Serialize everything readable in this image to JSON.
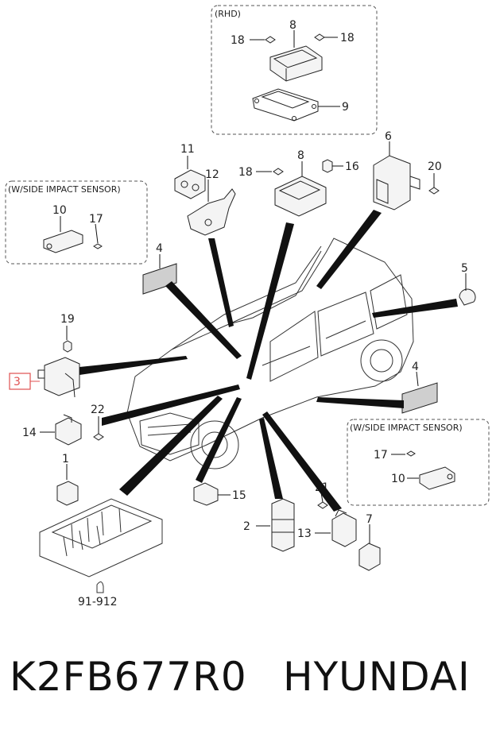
{
  "boxes": {
    "rhd": "(RHD)",
    "side_impact_left": "(W/SIDE IMPACT SENSOR)",
    "side_impact_right": "(W/SIDE IMPACT SENSOR)"
  },
  "callouts": {
    "p1": "1",
    "p2": "2",
    "p3": "3",
    "p4a": "4",
    "p4b": "4",
    "p5": "5",
    "p6": "6",
    "p7": "7",
    "p8_rhd": "8",
    "p8": "8",
    "p9": "9",
    "p10a": "10",
    "p10b": "10",
    "p11": "11",
    "p12": "12",
    "p13": "13",
    "p14": "14",
    "p15": "15",
    "p16": "16",
    "p17a": "17",
    "p17b": "17",
    "p18_rhd_left": "18",
    "p18_rhd_right": "18",
    "p18": "18",
    "p19": "19",
    "p20": "20",
    "p21": "21",
    "p22": "22",
    "ref": "91-912"
  },
  "highlight_color": "#e05050",
  "footer": {
    "code": "K2FB677R0",
    "brand": "HYUNDAI"
  }
}
